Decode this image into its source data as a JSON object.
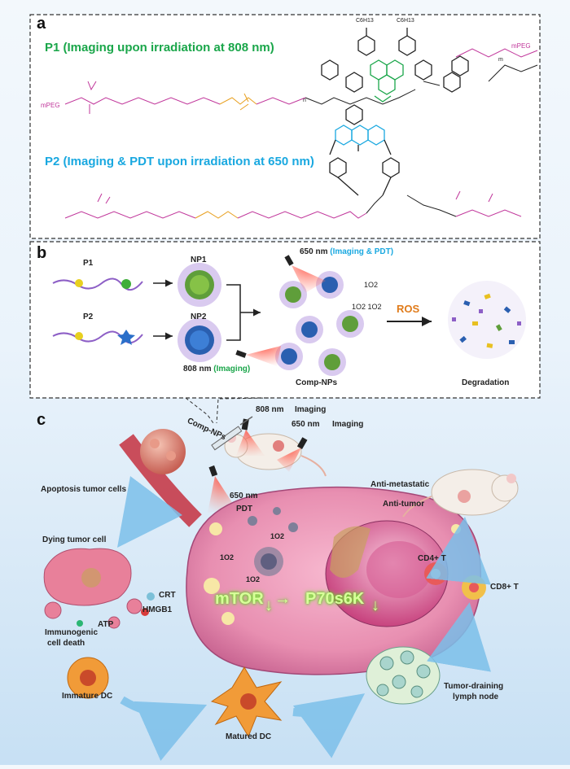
{
  "panels": {
    "a": "a",
    "b": "b",
    "c": "c"
  },
  "panel_a": {
    "p1_title": "P1 (Imaging upon irradiation at 808 nm)",
    "p2_title": "P2 (Imaging & PDT upon irradiation at 650 nm)",
    "mpeg_left": "mPEG",
    "mpeg_right": "mPEG",
    "c6h13_a": "C6H13",
    "c6h13_b": "C6H13",
    "n_sub": "n",
    "m_sub": "m"
  },
  "panel_b": {
    "p1": "P1",
    "p2": "P2",
    "np1": "NP1",
    "np2": "NP2",
    "laser650_prefix": "650 nm ",
    "laser650_suffix": "(Imaging & PDT)",
    "laser808_prefix": "808 nm ",
    "laser808_suffix": "(Imaging)",
    "singlet1": "1O2",
    "singlet2": "1O2 1O2",
    "ros": "ROS",
    "comp_nps": "Comp-NPs",
    "degradation": "Degradation"
  },
  "panel_c": {
    "laser808": "808 nm",
    "imaging_808": "Imaging",
    "laser650": "650 nm",
    "imaging_650": "Imaging",
    "comp_nps": "Comp-NPs",
    "pdt_nm": "650 nm",
    "pdt": "PDT",
    "apoptosis": "Apoptosis tumor cells",
    "dying": "Dying tumor cell",
    "crt": "CRT",
    "hmgb1": "HMGB1",
    "atp": "ATP",
    "icd_line1": "Immunogenic",
    "icd_line2": "cell death",
    "immature_dc": "Immature DC",
    "matured_dc": "Matured DC",
    "mtor": "mTOR",
    "p70s6k": "P70s6K",
    "anti_metastatic": "Anti-metastatic",
    "anti_tumor": "Anti-tumor",
    "cd4": "CD4+ T",
    "cd8": "CD8+ T",
    "lymph_line1": "Tumor-draining",
    "lymph_line2": "lymph node",
    "o2_a": "1O2",
    "o2_b": "1O2",
    "o2_c": "1O2"
  },
  "colors": {
    "p1_green": "#1aa64a",
    "p2_blue": "#19a8e0",
    "pink_chain": "#c0359a",
    "orange_ss": "#e8a020",
    "ros": "#e07b1a",
    "laser_red": "#e83a2a",
    "arrow_blue": "#6fb6e6"
  }
}
